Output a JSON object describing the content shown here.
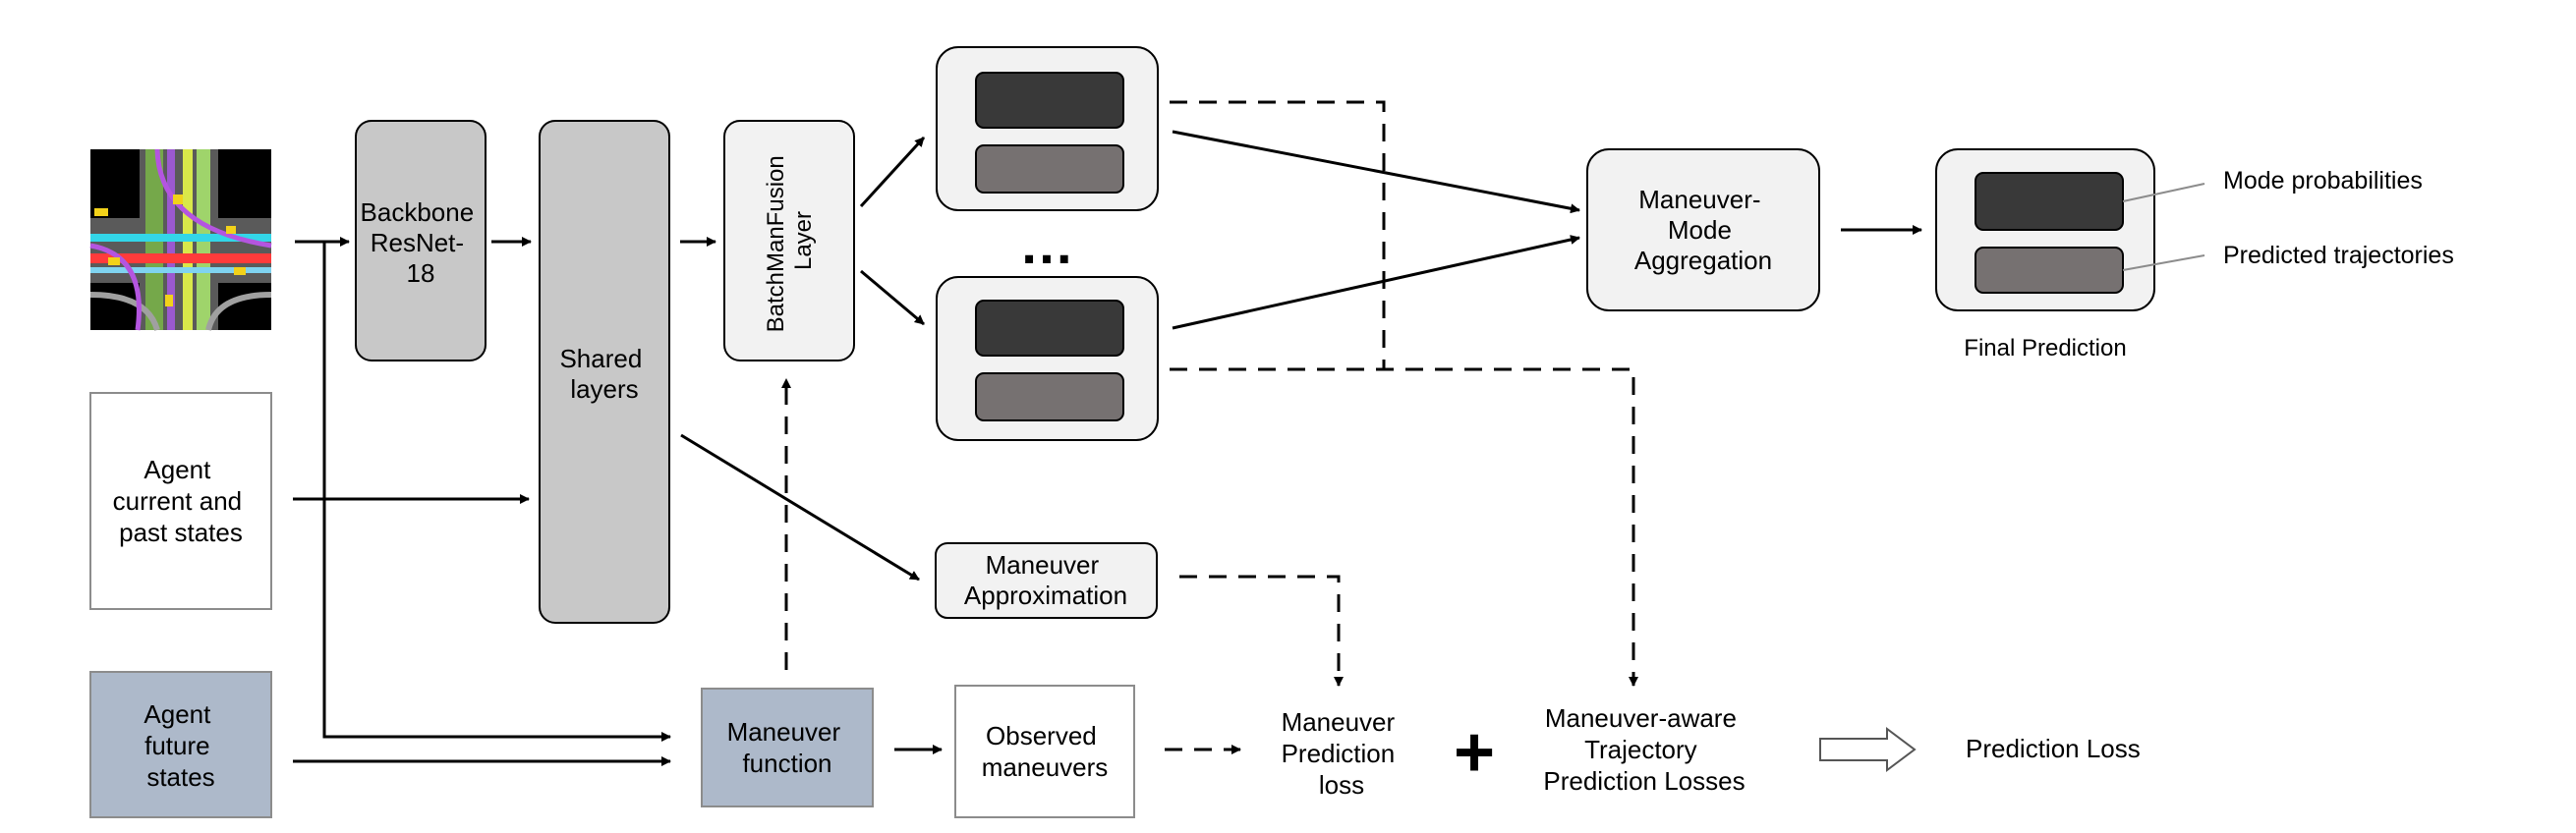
{
  "labels": {
    "backbone": [
      "Backbone",
      "ResNet-",
      "18"
    ],
    "shared": [
      "Shared",
      "layers"
    ],
    "fusion": [
      "BatchManFusion",
      "Layer"
    ],
    "agent_current": [
      "Agent",
      "current and",
      "past states"
    ],
    "agent_future": [
      "Agent",
      "future",
      "states"
    ],
    "maneuver_function": [
      "Maneuver",
      "function"
    ],
    "observed": [
      "Observed",
      "maneuvers"
    ],
    "approximation": [
      "Maneuver",
      "Approximation"
    ],
    "aggregation": [
      "Maneuver-",
      "Mode",
      "Aggregation"
    ],
    "maneuver_loss": [
      "Maneuver",
      "Prediction",
      "loss"
    ],
    "trajectory_loss": [
      "Maneuver-aware",
      "Trajectory",
      "Prediction Losses"
    ],
    "prediction_loss": "Prediction Loss",
    "mode_probabilities": "Mode probabilities",
    "predicted_trajectories": "Predicted trajectories",
    "final_prediction": "Final Prediction",
    "ellipsis": "…",
    "plus": "+"
  },
  "colors": {
    "box_gray": "#c8c8c8",
    "box_light": "#f2f2f2",
    "box_blue": "#adb9ca",
    "bar_dark": "#393939",
    "bar_mid": "#767171",
    "map_bg": "#000000"
  }
}
